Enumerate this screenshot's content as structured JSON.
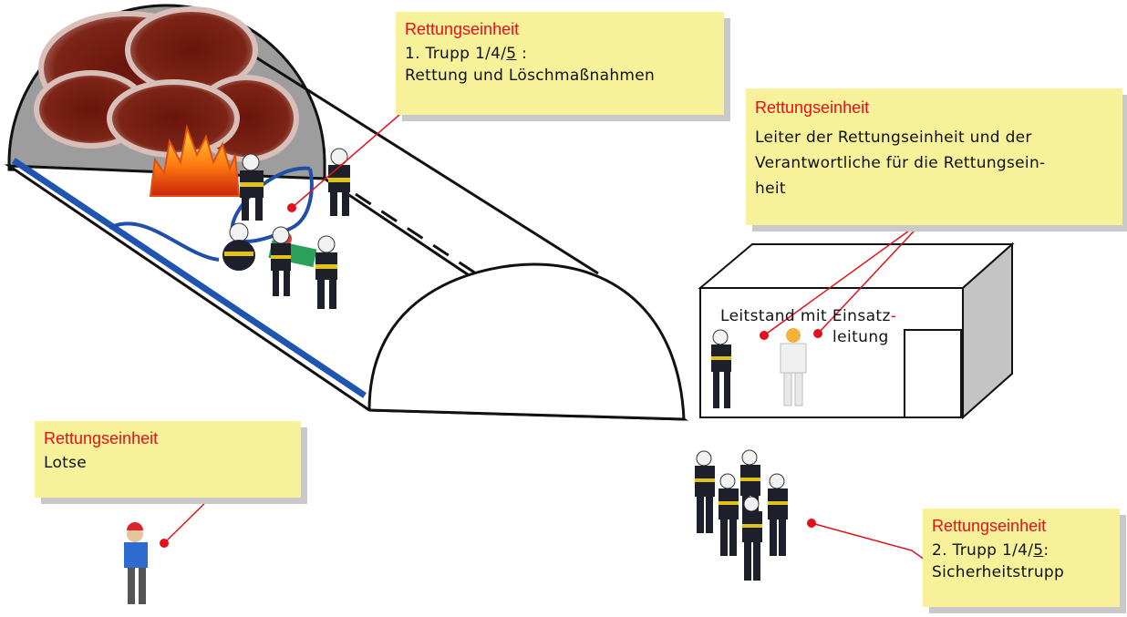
{
  "notes": {
    "truppA": {
      "title": "Rettungseinheit",
      "line1_pre": "1. Trupp 1/4/",
      "line1_u": "5",
      "line1_post": " :",
      "line2": "Rettung und Löschmaßnahmen"
    },
    "leiter": {
      "title": "Rettungseinheit",
      "line1": "Leiter der Rettungseinheit und der",
      "line2": "Verantwortliche für die Rettungsein-",
      "line3": "heit"
    },
    "lotse": {
      "title": "Rettungseinheit",
      "line1": "Lotse"
    },
    "truppB": {
      "title": "Rettungseinheit",
      "line1_pre": "2. Trupp 1/4/",
      "line1_u": "5",
      "line1_post": ":",
      "line2": "Sicherheitstrupp"
    }
  },
  "building": {
    "label_a": "Leitstand mit Einsatz",
    "label_hyphen": "-",
    "label_b": "leitung"
  },
  "colors": {
    "note_bg": "#f7f29a",
    "title_red": "#e3101b",
    "hose_blue": "#1f4fa8",
    "rail_blue": "#1f55b0",
    "smoke": "#7a1c12"
  }
}
